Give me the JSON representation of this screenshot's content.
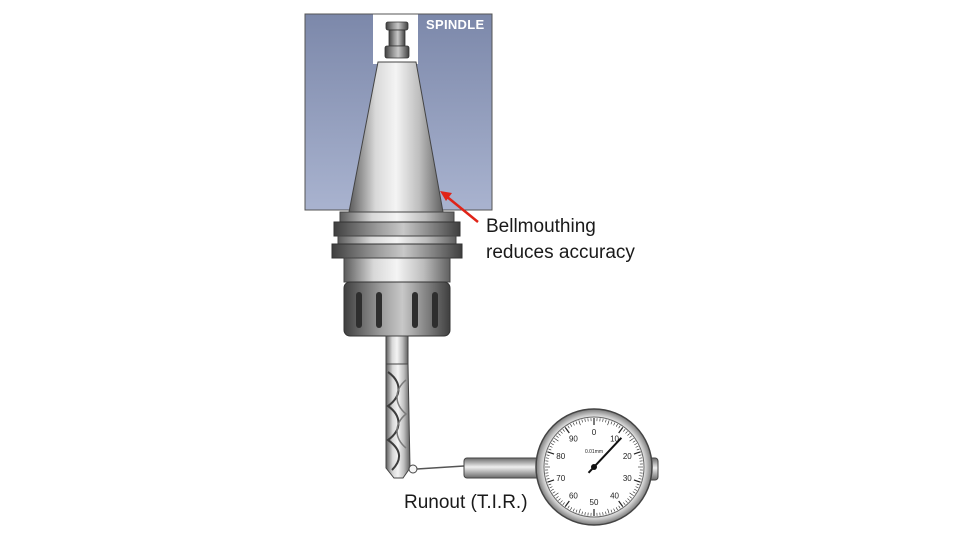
{
  "labels": {
    "spindle": "SPINDLE",
    "bellmouthing_line1": "Bellmouthing",
    "bellmouthing_line2": "reduces accuracy",
    "runout": "Runout (T.I.R.)"
  },
  "dial": {
    "unit": "0.01mm",
    "numbers": [
      "0",
      "10",
      "20",
      "30",
      "40",
      "50",
      "60",
      "70",
      "80",
      "90"
    ],
    "needle_reading": 12
  },
  "colors": {
    "spindle_fill": "#8a95b8",
    "arrow": "#e02418",
    "steel_dark": "#5a5a5a",
    "steel_light": "#e8e8e8"
  }
}
